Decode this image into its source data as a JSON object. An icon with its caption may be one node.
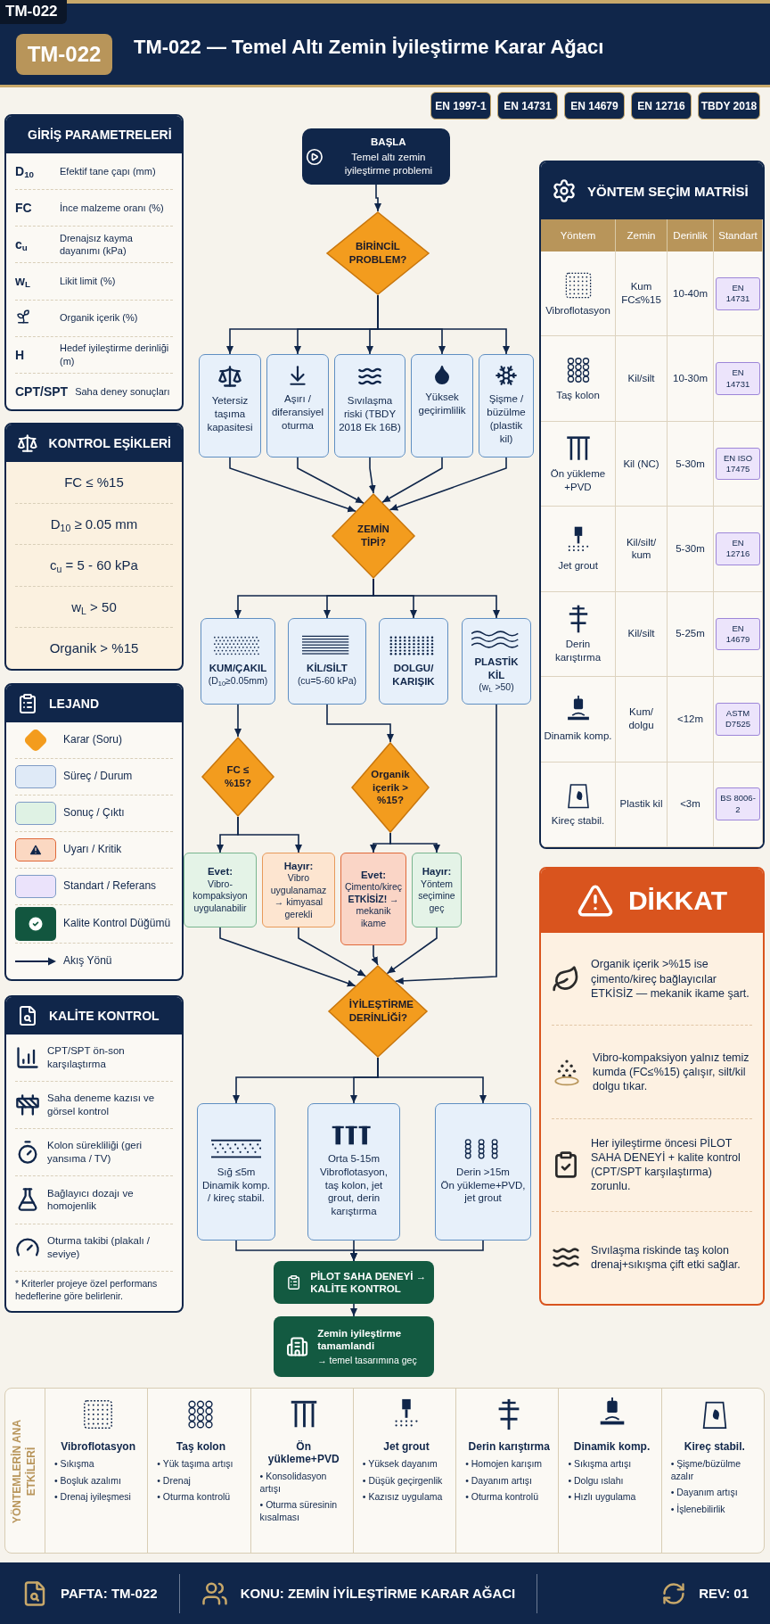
{
  "diagram": {
    "title": "TM-022 — Temel Altı Zemin İyileştirme Karar Ağacı",
    "nodes": [
      {
        "text": [
          "BAŞLA",
          "Temel altı zemin iyileştirme problemi"
        ]
      },
      {
        "text": [
          "BİRİNCİL PROBLEM?"
        ]
      },
      {
        "text": [
          "Yetersiz taşıma kapasitesi"
        ]
      },
      {
        "text": [
          "Aşırı / diferansiyel oturma"
        ]
      },
      {
        "text": [
          "Sıvılaşma riski (TBDY 2018 Ek 16B)"
        ]
      },
      {
        "text": [
          "Yüksek geçirimlilik"
        ]
      },
      {
        "text": [
          "Şişme / büzülme (plastik kil)"
        ]
      },
      {
        "text": [
          "ZEMİN TİPİ?"
        ]
      },
      {
        "text": [
          "KUM/ÇAKIL",
          "(D$_{10}$≥0.05mm)"
        ]
      },
      {
        "text": [
          "KİL/SİLT",
          "(cu=5-60 kPa)"
        ]
      },
      {
        "text": [
          "DOLGU/ KARIŞIK"
        ]
      },
      {
        "text": [
          "PLASTİK KİL",
          "(w$_{L}$ >50)"
        ]
      },
      {
        "text": [
          "FC ≤ %15?"
        ]
      },
      {
        "text": [
          "Organik içerik > %15?"
        ]
      },
      {
        "text": [
          "Evet:",
          "Vibro-kompaksiyon uygulanabilir"
        ]
      },
      {
        "text": [
          "Hayır:",
          "Vibro uygulanamaz → kimyasal gerekli"
        ]
      },
      {
        "text": [
          "Evet:",
          "Çimento/kireç **ETKİSİZ!** → mekanik ikame"
        ]
      },
      {
        "text": [
          "Hayır:",
          "Yöntem seçimine geç"
        ]
      },
      {
        "text": [
          "İYİLEŞTİRME DERİNLİĞİ?"
        ]
      },
      {
        "text": [
          "Sığ ≤5m",
          "Dinamik komp. / kireç stabil."
        ]
      },
      {
        "text": [
          "Orta 5-15m",
          "Vibroflotasyon, taş kolon, jet grout, derin karıştırma"
        ]
      },
      {
        "text": [
          "Derin >15m",
          "Ön yükleme+PVD, jet grout"
        ]
      },
      {
        "text": [
          "PİLOT SAHA DENEYİ → KALİTE KONTROL"
        ]
      },
      {
        "text": [
          "Zemin iyileştirme tamamlandi",
          "→ temel tasarımına geç"
        ]
      },
      {
        "text": [
          "GİRİŞ PARAMETRELERİ",
          "D$_{10}$",
          "Efektif tane çapı (mm)",
          "FC",
          "İnce malzeme oranı (%)",
          "c$_{u}$",
          "Drenajsız kayma dayanımı (kPa)",
          "w$_{L}$",
          "Likit limit (%)",
          "Organik içerik (%)",
          "H",
          "Hedef iyileştirme derinliği (m)",
          "CPT/SPT",
          "Saha deney sonuçları"
        ]
      },
      {
        "text": [
          "KONTROL EŞİKLERİ",
          "FC ≤ %15",
          "D$_{10}$ ≥ 0.05 mm",
          "c$_{u}$ = 5 - 60 kPa",
          "w$_{L}$ > 50",
          "Organik > %15"
        ]
      },
      {
        "text": [
          "LEJAND"
        ]
      },
      {
        "text": [
          "KALİTE KONTROL",
          "CPT/SPT ön-son karşılaştırma",
          "Saha deneme kazısı ve görsel kontrol",
          "Kolon sürekliliği (geri yansıma / TV)",
          "Bağlayıcı dozajı ve homojenlik",
          "Oturma takibi (plakalı / seviye)",
          "* Kriterler projeye özel performans hedeflerine göre belirlenir."
        ]
      },
      {
        "text": [
          "YÖNTEM SEÇİM MATRİSİ",
          "Yöntem",
          "Zemin",
          "Derinlik",
          "Standart",
          "Vibroflotasyon",
          "Kum FC≤%15",
          "10-40m",
          "EN 14731",
          "Taş kolon",
          "Kil/silt",
          "10-30m",
          "EN 14731",
          "Ön yükleme +PVD",
          "Kil (NC)",
          "5-30m",
          "EN ISO 17475",
          "Jet grout",
          "Kil/silt/ kum",
          "5-30m",
          "EN 12716",
          "Derin karıştırma",
          "Kil/silt",
          "5-25m",
          "EN 14679",
          "Dinamik komp.",
          "Kum/ dolgu",
          "<12m",
          "ASTM D7525",
          "Kireç stabil.",
          "Plastik kil",
          "<3m",
          "BS 8006-2"
        ]
      },
      {
        "text": [
          "DİKKAT",
          "Organik içerik >%15 ise çimento/kireç bağlayıcılar ETKİSİZ — mekanik ikame şart.",
          "Vibro-kompaksiyon yalnız temiz kumda (FC≤%15) çalışır, silt/kil dolgu tıkar.",
          "Her iyileştirme öncesi PİLOT SAHA DENEYİ + kalite kontrol (CPT/SPT karşılaştırma) zorunlu.",
          "Sıvılaşma riskinde taş kolon drenaj+sıkışma çift etki sağlar."
        ]
      },
      {
        "text": [
          "YÖNTEMLERİN ANA ETKİLERİ",
          "Vibroflotasyon",
          "• Sıkışma",
          "• Boşluk azalımı",
          "• Drenaj iyileşmesi",
          "Taş kolon",
          "• Yük taşıma artışı",
          "• Drenaj",
          "• Oturma kontrolü",
          "Ön yükleme+PVD",
          "• Konsolidasyon artışı",
          "• Oturma süresinin kısalması",
          "Jet grout",
          "• Yüksek dayanım",
          "• Düşük geçirgenlik",
          "• Kazısız uygulama",
          "Derin karıştırma",
          "• Homojen karışım",
          "• Dayanım artışı",
          "• Oturma kontrolü",
          "Dinamik komp.",
          "• Sıkışma artışı",
          "• Dolgu ıslahı",
          "• Hızlı uygulama",
          "Kireç stabil.",
          "• Şişme/büzülme azalır",
          "• Dayanım artışı",
          "• İşlenebilirlik"
        ]
      },
      {
        "text": [
          "EN 1997-1"
        ]
      },
      {
        "text": [
          "EN 14731"
        ]
      },
      {
        "text": [
          "EN 14679"
        ]
      },
      {
        "text": [
          "EN 12716"
        ]
      },
      {
        "text": [
          "TBDY 2018"
        ]
      }
    ],
    "edges": [
      {
        "from": 0,
        "to": 1,
        "arrow": "to"
      },
      {
        "from": 1,
        "to": 2,
        "arrow": "to"
      },
      {
        "from": 1,
        "to": 3,
        "arrow": "to"
      },
      {
        "from": 1,
        "to": 4,
        "arrow": "to"
      },
      {
        "from": 1,
        "to": 5,
        "arrow": "to"
      },
      {
        "from": 1,
        "to": 6,
        "arrow": "to"
      },
      {
        "from": 2,
        "to": 7,
        "arrow": "to"
      },
      {
        "from": 3,
        "to": 7,
        "arrow": "to"
      },
      {
        "from": 4,
        "to": 7,
        "arrow": "to"
      },
      {
        "from": 5,
        "to": 7,
        "arrow": "to"
      },
      {
        "from": 6,
        "to": 7,
        "arrow": "to"
      },
      {
        "from": 7,
        "to": 8,
        "arrow": "to"
      },
      {
        "from": 7,
        "to": 9,
        "arrow": "to"
      },
      {
        "from": 7,
        "to": 10,
        "arrow": "to"
      },
      {
        "from": 7,
        "to": 11,
        "arrow": "to"
      },
      {
        "from": 8,
        "to": 12,
        "arrow": "to"
      },
      {
        "from": 9,
        "to": 13,
        "arrow": "to"
      },
      {
        "from": 12,
        "to": 14,
        "arrow": "to"
      },
      {
        "from": 12,
        "to": 15,
        "arrow": "to"
      },
      {
        "from": 13,
        "to": 16,
        "arrow": "to"
      },
      {
        "from": 13,
        "to": 17,
        "arrow": "to"
      },
      {
        "from": 14,
        "to": 18,
        "arrow": "to"
      },
      {
        "from": 15,
        "to": 18,
        "arrow": "to"
      },
      {
        "from": 16,
        "to": 18,
        "arrow": "to"
      },
      {
        "from": 17,
        "to": 18,
        "arrow": "to"
      },
      {
        "from": 11,
        "to": 18,
        "arrow": "to"
      },
      {
        "from": 18,
        "to": 19,
        "arrow": "to"
      },
      {
        "from": 18,
        "to": 20,
        "arrow": "to"
      },
      {
        "from": 18,
        "to": 21,
        "arrow": "to"
      },
      {
        "from": 19,
        "to": 22,
        "arrow": "to"
      },
      {
        "from": 20,
        "to": 22,
        "arrow": "to"
      },
      {
        "from": 21,
        "to": 22,
        "arrow": "to"
      },
      {
        "from": 22,
        "to": 23,
        "arrow": "to"
      }
    ],
    "labels": [
      "TM-022",
      "TM-022",
      "PAFTA: TM-022",
      "KONU: ZEMİN İYİLEŞTİRME KARAR AĞACI",
      "REV: 01"
    ],
    "legend": [
      {
        "text": "Karar (Soru)",
        "color": "#f39c1e"
      },
      {
        "text": "Süreç / Durum",
        "color": "#dfeaf7"
      },
      {
        "text": "Sonuç / Çıktı",
        "color": "#dff2e4"
      },
      {
        "text": "Uyarı / Kritik",
        "color": "#fbd8c2"
      },
      {
        "text": "Standart / Referans",
        "color": "#ebe3fb"
      },
      {
        "text": "Kalite Kontrol Düğümü",
        "color": "#12563f"
      },
      {
        "text": "Akış Yönü"
      }
    ]
  }
}
